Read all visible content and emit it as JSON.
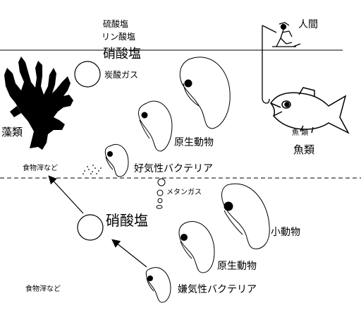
{
  "labels": {
    "sulfate": "硫酸塩",
    "phosphate": "リン酸塩",
    "nitrate_top": "硝酸塩",
    "carbonate_gas": "炭酸ガス",
    "human": "人間",
    "algae": "藻類",
    "protozoa_top": "原生動物",
    "fish": "魚類",
    "fish_body_text": "魚 類",
    "food_scraps_top": "食物滓など",
    "aerobic_bacteria": "好気性バクテリア",
    "methane_gas": "メタンガス",
    "nitrate_mid": "硝酸塩",
    "small_animals": "小動物",
    "protozoa_bottom": "原生動物",
    "food_scraps_bottom": "食物滓など",
    "anaerobic_bacteria": "嫌気性バクテリア"
  },
  "colors": {
    "ink": "#000000",
    "background": "#ffffff"
  },
  "icons": [
    "algae-icon",
    "fisherman-icon",
    "fish-icon",
    "organism-icon",
    "bubble-icon",
    "arrow-icon"
  ]
}
